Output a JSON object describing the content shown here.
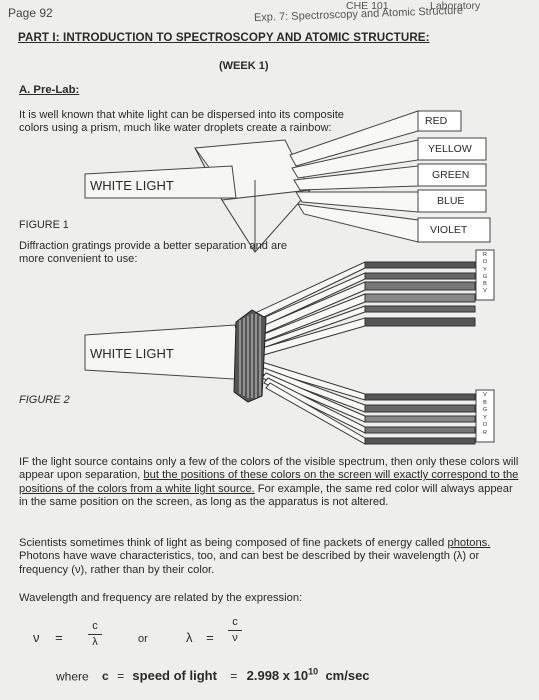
{
  "header": {
    "page_number": "Page 92",
    "course_code": "CHE 101",
    "course_sub": "Laboratory",
    "experiment": "Exp. 7:  Spectroscopy and Atomic Structure"
  },
  "part_title": "PART I: INTRODUCTION TO SPECTROSCOPY AND ATOMIC STRUCTURE:",
  "week": "(WEEK 1)",
  "prelab_heading": "A. Pre-Lab:",
  "intro_text": "It is well known that white light can be dispersed into its composite colors using a prism, much like water droplets create a rainbow:",
  "figure1": {
    "caption": "FIGURE 1",
    "source_label": "WHITE LIGHT",
    "colors": [
      "RED",
      "YELLOW",
      "GREEN",
      "BLUE",
      "VIOLET"
    ]
  },
  "diffraction_text": "Diffraction gratings provide a better separation and are more convenient to use:",
  "figure2": {
    "caption": "FIGURE 2",
    "source_label": "WHITE LIGHT",
    "top_letters": [
      "R",
      "O",
      "Y",
      "G",
      "B",
      "V"
    ],
    "bottom_letters": [
      "V",
      "B",
      "G",
      "Y",
      "O",
      "R"
    ]
  },
  "para1": {
    "part1": "IF the light source contains only a few of the colors of the visible spectrum, then only these colors will appear upon separation, ",
    "underlined": "but the positions of these colors on the screen will exactly correspond to the positions of the colors from a white light source.",
    "part2": " For example, the same red color will always appear in the same position on the screen, as long as the apparatus is not altered."
  },
  "para2": {
    "part1": "Scientists sometimes think of light as being composed of fine packets of energy called ",
    "underlined": "photons.",
    "part2": "  Photons have wave characteristics, too, and can best be described by their wavelength (λ) or frequency (ν), rather than by their color."
  },
  "para3": "Wavelength and frequency are related by the expression:",
  "formula": {
    "nu": "ν",
    "equals": "=",
    "c": "c",
    "lambda": "λ",
    "or": "or"
  },
  "where_line": {
    "where": "where",
    "c": "c",
    "equals": "=",
    "desc": "speed of light",
    "equals2": "=",
    "value": "2.998 x 10",
    "exponent": "10",
    "unit": "cm/sec"
  }
}
